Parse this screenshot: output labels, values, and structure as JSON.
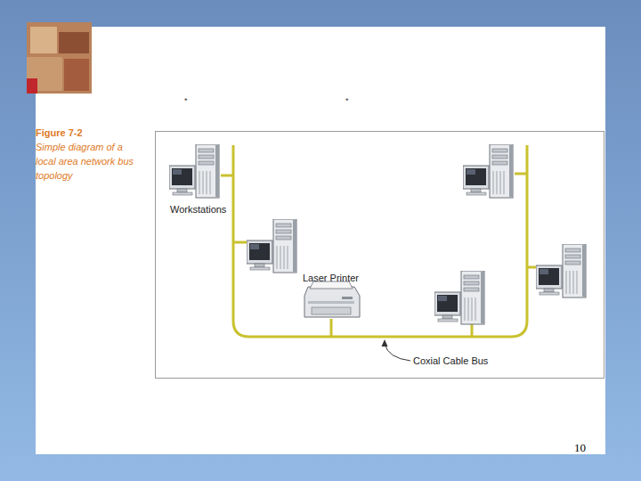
{
  "diagram": {
    "caption": "Simple diagram of a local area network bus topology",
    "labels": [
      "*",
      "*",
      "Figure 7-2",
      "Workstations",
      "Laser Printer",
      "Coxial Cable Bus",
      "10"
    ]
  }
}
